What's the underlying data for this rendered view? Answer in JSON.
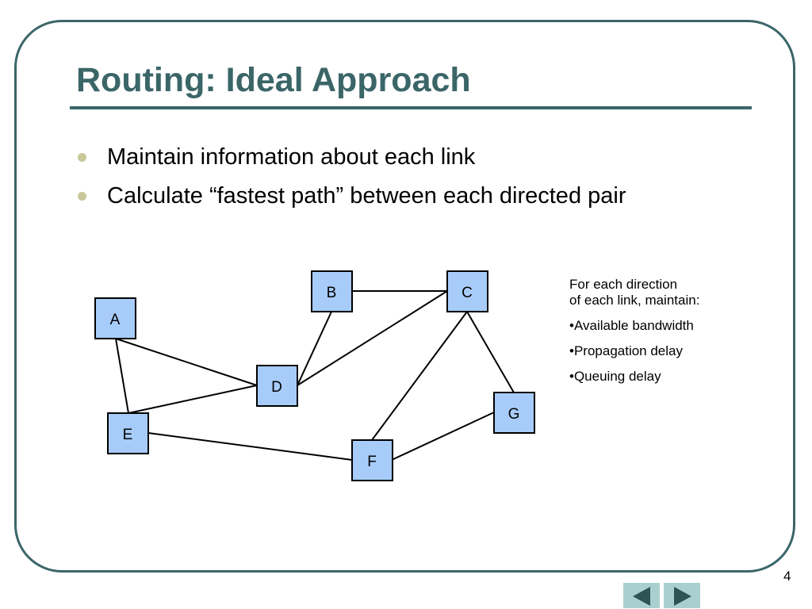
{
  "slide": {
    "title": "Routing: Ideal Approach",
    "bullets": [
      "Maintain information about each link",
      "Calculate “fastest path” between each directed pair"
    ],
    "page_number": "4"
  },
  "diagram": {
    "nodes": [
      "A",
      "B",
      "C",
      "D",
      "E",
      "F",
      "G"
    ],
    "edges": [
      [
        "A",
        "D"
      ],
      [
        "A",
        "E"
      ],
      [
        "E",
        "D"
      ],
      [
        "B",
        "C"
      ],
      [
        "B",
        "D"
      ],
      [
        "D",
        "C"
      ],
      [
        "C",
        "F"
      ],
      [
        "C",
        "G"
      ],
      [
        "E",
        "F"
      ],
      [
        "F",
        "G"
      ]
    ],
    "note": {
      "line1": "For each direction",
      "line2": "of each link, maintain:",
      "items": [
        "•Available bandwidth",
        "•Propagation delay",
        "•Queuing delay"
      ]
    }
  },
  "navigation": {
    "prev_icon": "arrow-left-icon",
    "next_icon": "arrow-right-icon"
  },
  "colors": {
    "accent": "#3b6668",
    "node_fill": "#a8ccfa",
    "bullet": "#c8c89a",
    "nav_button": "#a9d0cf"
  }
}
